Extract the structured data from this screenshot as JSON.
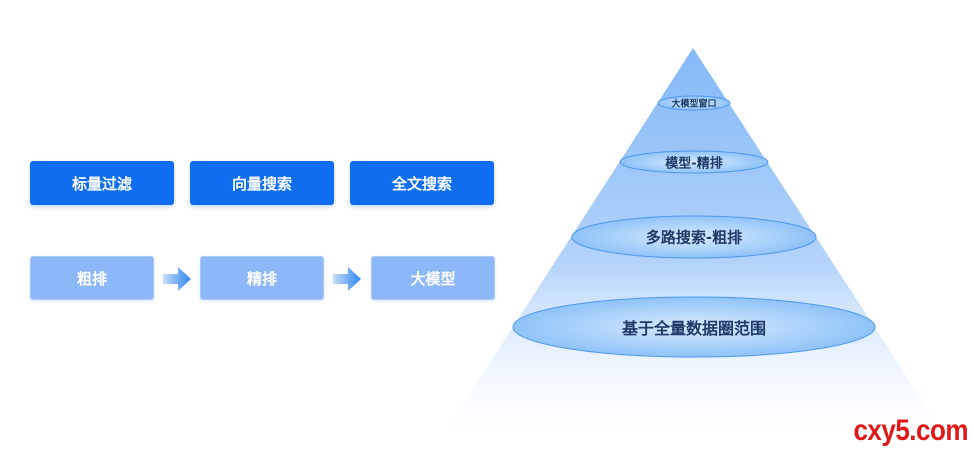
{
  "top_row": [
    "标量过滤",
    "向量搜索",
    "全文搜索"
  ],
  "bottom_row": [
    "粗排",
    "精排",
    "大模型"
  ],
  "pyramid_layers": [
    "大模型窗口",
    "模型-精排",
    "多路搜索-粗排",
    "基于全量数据圈范围"
  ],
  "watermark": "cxy5.com",
  "colors": {
    "primary": "#0f6ef0",
    "secondary": "#8db8f7",
    "pyramid": "#8fc0f8",
    "ellipse": "#a9d0fb",
    "watermark": "#e01818"
  }
}
